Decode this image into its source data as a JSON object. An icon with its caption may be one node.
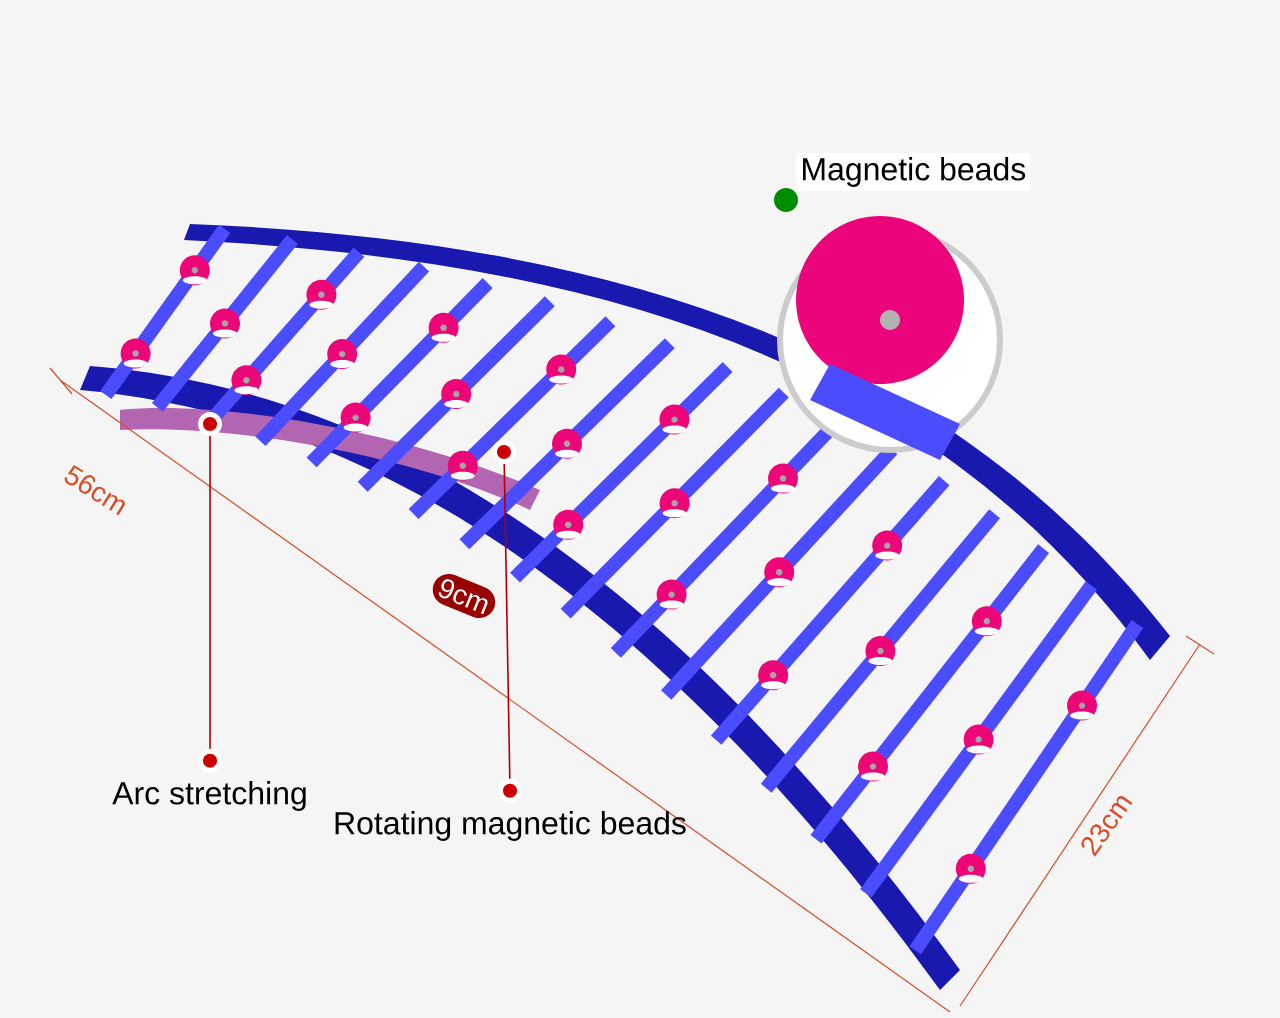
{
  "diagram": {
    "nodes": [
      {
        "text": [
          "Arc stretching"
        ]
      },
      {
        "text": [
          "Rotating magnetic beads"
        ]
      }
    ],
    "edges": [
      {
        "from": 0,
        "to": null,
        "arrow": "other"
      },
      {
        "from": 1,
        "to": null,
        "arrow": "other"
      }
    ],
    "labels": [
      "Magnetic beads",
      "56cm",
      "9cm",
      "23cm"
    ]
  }
}
